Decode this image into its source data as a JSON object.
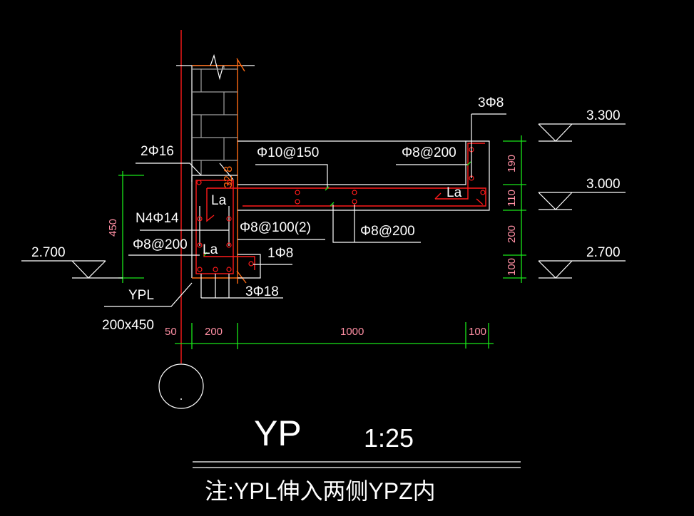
{
  "drawing": {
    "title": "YP",
    "scale": "1:25",
    "note": "注:YPL伸入两侧YPZ内",
    "colors": {
      "background": "#000000",
      "linework": "#ffffff",
      "rebar": "#ff1a1a",
      "wall_outline": "#ff6a13",
      "dimension": "#19e619",
      "dimension_text": "#ff8fa3",
      "brick": "#a0a0a0"
    }
  },
  "labels": {
    "top_bar": "2Φ16",
    "side_bars": "N4Φ14",
    "beam_stirrup": "Φ8@200",
    "beam_stirrup_main": "Φ8@100(2)",
    "slab_top_bar": "Φ10@150",
    "slab_dist_bar": "Φ8@200",
    "slab_bottom_bar": "Φ8@200",
    "edge_bars": "3Φ8",
    "anchor_bar": "1Φ8",
    "bottom_bars": "3Φ18",
    "beam_name": "YPL",
    "beam_size": "200x450",
    "anchor_la_1": "La",
    "anchor_la_2": "La",
    "anchor_la_3": "La",
    "vertical_note": "32 8"
  },
  "elevations": [
    {
      "label": "3.300"
    },
    {
      "label": "3.000"
    },
    {
      "label": "2.700"
    },
    {
      "label": "2.700"
    }
  ],
  "dimensions": {
    "horizontal": [
      "50",
      "200",
      "1000",
      "100"
    ],
    "vertical_right": [
      "190",
      "110",
      "200",
      "100"
    ],
    "vertical_left": "450"
  },
  "axis_marker": {
    "label": ""
  }
}
